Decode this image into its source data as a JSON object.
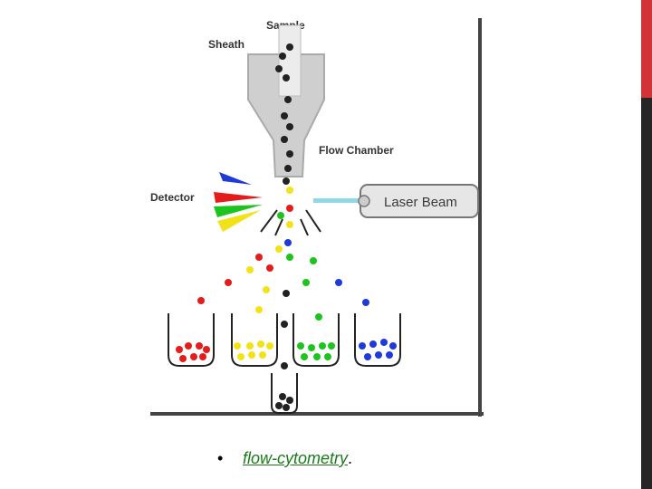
{
  "slide": {
    "accent_color": "#d13438",
    "edge_color": "#262626"
  },
  "diagram": {
    "labels": {
      "sample": "Sample",
      "sheath": "Sheath",
      "flow_chamber": "Flow Chamber",
      "detector": "Detector",
      "laser_beam": "Laser Beam"
    },
    "colors": {
      "black": "#222222",
      "red": "#e41c1c",
      "yellow": "#f2e21a",
      "green": "#1ec41e",
      "blue": "#1e3ad8",
      "laser": "#8fd9e6",
      "chamber": "#cfcfcf"
    }
  },
  "caption": {
    "bullet": "•",
    "link_text": "flow-cytometry",
    "suffix": "."
  }
}
